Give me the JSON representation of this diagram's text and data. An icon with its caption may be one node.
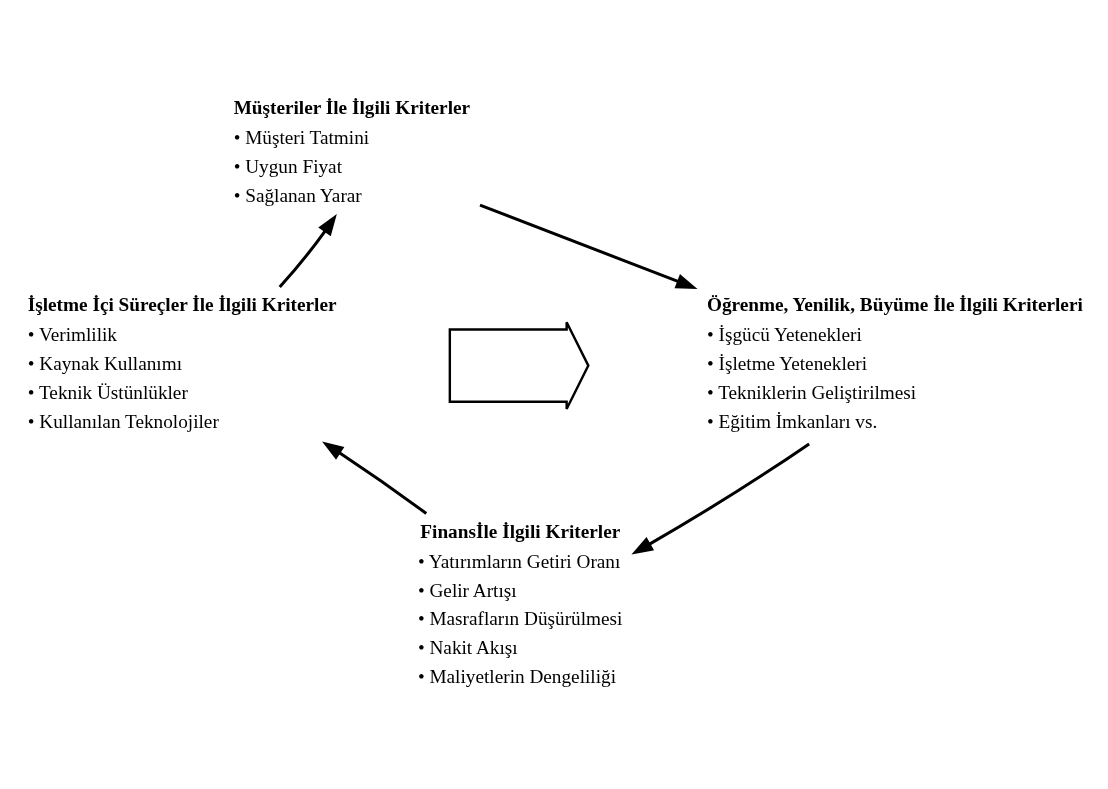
{
  "diagram": {
    "nodes": [
      {
        "text": [
          "Müşteriler İle İlgili Kriterler",
          "• Müşteri Tatmini",
          "• Uygun Fiyat",
          "• Sağlanan Yarar"
        ]
      },
      {
        "text": [
          "İşletme İçi Süreçler İle İlgili Kriterler",
          "• Verimlilik",
          "• Kaynak Kullanımı",
          "• Teknik Üstünlükler",
          "• Kullanılan Teknolojiler"
        ]
      },
      {
        "text": [
          "Öğrenme, Yenilik, Büyüme İle İlgili Kriterleri",
          "• İşgücü Yetenekleri",
          "• İşletme Yetenekleri",
          "• Tekniklerin Geliştirilmesi",
          "• Eğitim İmkanları vs."
        ]
      },
      {
        "text": [
          "Finansİle İlgili Kriterler",
          "• Yatırımların Getiri Oranı",
          "• Gelir Artışı",
          "• Masrafların Düşürülmesi",
          "• Nakit Akışı",
          "• Maliyetlerin Dengeliliği"
        ]
      },
      {
        "text": [],
        "shape": "arrow"
      }
    ],
    "edges": [
      {
        "from": 1,
        "to": 0,
        "arrow": "to"
      },
      {
        "from": 0,
        "to": 2,
        "arrow": "to"
      },
      {
        "from": 2,
        "to": 3,
        "arrow": "to"
      },
      {
        "from": 3,
        "to": 1,
        "arrow": "to"
      }
    ]
  }
}
